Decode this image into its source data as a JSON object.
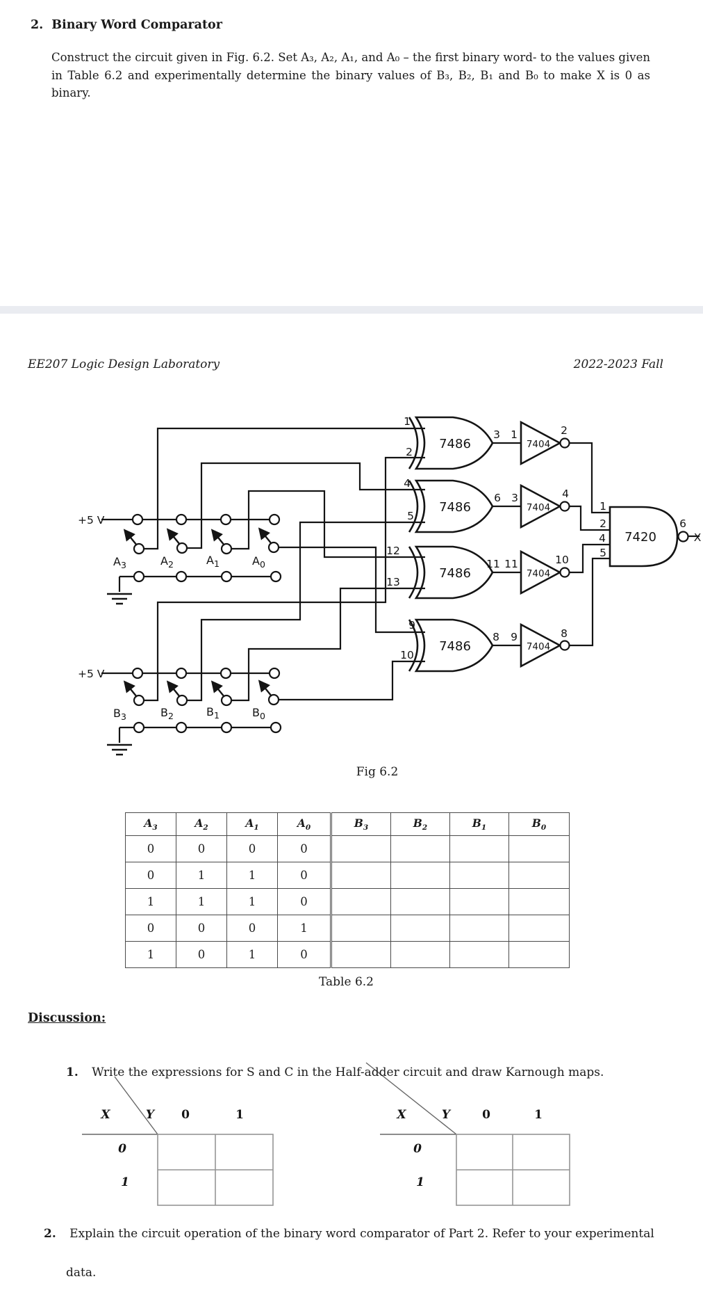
{
  "page": {
    "section_number": "2.",
    "section_title": "Binary Word Comparator",
    "paragraph": "Construct the circuit given in Fig. 6.2. Set A₃, A₂, A₁, and A₀ – the first binary word- to the values given in Table 6.2 and experimentally determine the binary values of B₃, B₂, B₁ and B₀ to make X is 0 as binary.",
    "header_left": "EE207 Logic Design Laboratory",
    "header_right": "2022-2023 Fall",
    "fig_caption": "Fig 6.2",
    "table_caption": "Table 6.2",
    "discussion_title": "Discussion:"
  },
  "circuit": {
    "supply_a": "+5 V",
    "supply_b": "+5 V",
    "bank_a": {
      "labels": [
        {
          "base": "A",
          "sub": "3"
        },
        {
          "base": "A",
          "sub": "2"
        },
        {
          "base": "A",
          "sub": "1"
        },
        {
          "base": "A",
          "sub": "0"
        }
      ]
    },
    "bank_b": {
      "labels": [
        {
          "base": "B",
          "sub": "3"
        },
        {
          "base": "B",
          "sub": "2"
        },
        {
          "base": "B",
          "sub": "1"
        },
        {
          "base": "B",
          "sub": "0"
        }
      ]
    },
    "xor": [
      {
        "chip": "7486",
        "in1": "1",
        "in2": "2",
        "out": "3"
      },
      {
        "chip": "7486",
        "in1": "4",
        "in2": "5",
        "out": "6"
      },
      {
        "chip": "7486",
        "in1": "12",
        "in2": "13",
        "out": "11"
      },
      {
        "chip": "7486",
        "in1": "9",
        "in2": "10",
        "out": "8"
      }
    ],
    "inv": [
      {
        "chip": "7404",
        "in": "1",
        "out": "2"
      },
      {
        "chip": "7404",
        "in": "3",
        "out": "4"
      },
      {
        "chip": "7404",
        "in": "11",
        "out": "10"
      },
      {
        "chip": "7404",
        "in": "9",
        "out": "8"
      }
    ],
    "nand": {
      "chip": "7420",
      "pins": [
        "1",
        "2",
        "4",
        "5"
      ],
      "out": "6",
      "output_label": "X"
    }
  },
  "table": {
    "headers": [
      {
        "base": "A",
        "sub": "3"
      },
      {
        "base": "A",
        "sub": "2"
      },
      {
        "base": "A",
        "sub": "1"
      },
      {
        "base": "A",
        "sub": "0"
      },
      {
        "base": "B",
        "sub": "3"
      },
      {
        "base": "B",
        "sub": "2"
      },
      {
        "base": "B",
        "sub": "1"
      },
      {
        "base": "B",
        "sub": "0"
      }
    ],
    "rows": [
      [
        "0",
        "0",
        "0",
        "0",
        "",
        "",
        "",
        ""
      ],
      [
        "0",
        "1",
        "1",
        "0",
        "",
        "",
        "",
        ""
      ],
      [
        "1",
        "1",
        "1",
        "0",
        "",
        "",
        "",
        ""
      ],
      [
        "0",
        "0",
        "0",
        "1",
        "",
        "",
        "",
        ""
      ],
      [
        "1",
        "0",
        "1",
        "0",
        "",
        "",
        "",
        ""
      ]
    ]
  },
  "discussion": {
    "item1": {
      "number": "1.",
      "text": "Write the expressions for S and C in the Half-adder circuit and draw Karnough maps."
    },
    "item2": {
      "number": "2.",
      "line1": "Explain the circuit operation of the binary word comparator of Part 2. Refer to your experimental",
      "line2": "data."
    },
    "kmaps": [
      {
        "row_var": "X",
        "col_var": "Y",
        "cols": [
          "0",
          "1"
        ],
        "rows": [
          "0",
          "1"
        ]
      },
      {
        "row_var": "X",
        "col_var": "Y",
        "cols": [
          "0",
          "1"
        ],
        "rows": [
          "0",
          "1"
        ]
      }
    ]
  }
}
